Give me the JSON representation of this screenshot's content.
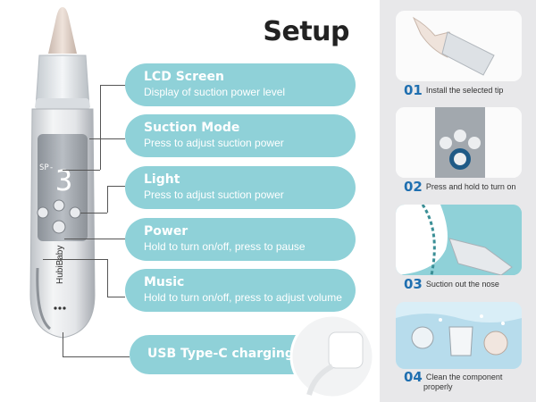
{
  "title": "Setup",
  "brand": "HubiBaby",
  "features": [
    {
      "heading": "LCD Screen",
      "desc": "Display of suction power level"
    },
    {
      "heading": "Suction Mode",
      "desc": "Press to adjust suction power"
    },
    {
      "heading": "Light",
      "desc": "Press to adjust suction power"
    },
    {
      "heading": "Power",
      "desc": "Hold to turn on/off, press to pause"
    },
    {
      "heading": "Music",
      "desc": "Hold to turn on/off, press to adjust volume"
    },
    {
      "heading": "USB Type-C charging"
    }
  ],
  "steps": [
    {
      "num": "01",
      "label": "Install the selected tip"
    },
    {
      "num": "02",
      "label": "Press and hold to turn on"
    },
    {
      "num": "03",
      "label": "Suction out the nose"
    },
    {
      "num": "04",
      "label": "Clean the component",
      "label2": "properly"
    }
  ],
  "display": {
    "mode": "SP-",
    "level": "3"
  },
  "colors": {
    "pill": "#8fd1d8",
    "accent": "#1f6fb0",
    "panel": "#e8e8ea"
  }
}
